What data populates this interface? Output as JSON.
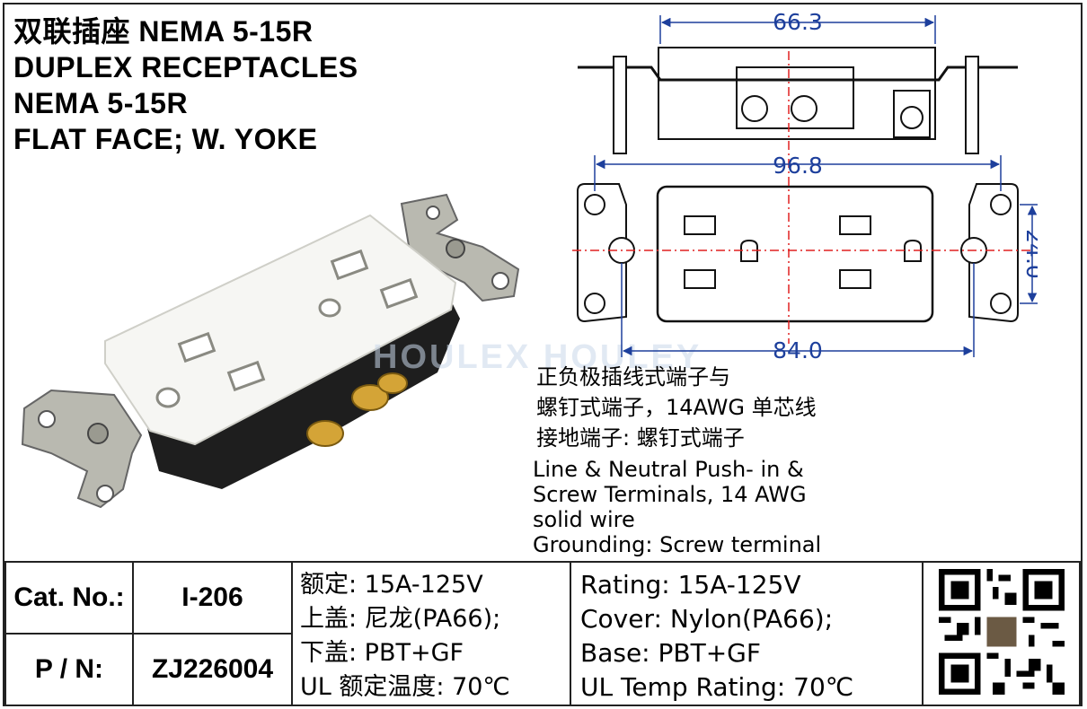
{
  "title": {
    "line1": "双联插座  NEMA 5-15R",
    "line2": "DUPLEX  RECEPTACLES",
    "line3": "NEMA  5-15R",
    "line4": "FLAT  FACE;   W.  YOKE"
  },
  "watermark": "HOULEX HOULEY",
  "dimensions": {
    "top_width": "66.3",
    "overall_length": "96.8",
    "mounting_spacing": "84.0",
    "height": "24.0"
  },
  "description_cn": {
    "line1": "正负极插线式端子与",
    "line2": "螺钉式端子，14AWG 单芯线",
    "line3": "接地端子: 螺钉式端子"
  },
  "description_en": {
    "line1": "Line & Neutral Push- in &",
    "line2": "Screw Terminals, 14 AWG",
    "line3": "solid wire",
    "line4": "Grounding: Screw  terminal"
  },
  "spec_table": {
    "cat_no_label": "Cat. No.:",
    "cat_no_value": "I-206",
    "pn_label": "P / N:",
    "pn_value": "ZJ226004",
    "cn": {
      "line1": "额定: 15A-125V",
      "line2": "上盖: 尼龙(PA66);",
      "line3": "下盖: PBT+GF",
      "line4": "UL 额定温度: 70℃"
    },
    "en": {
      "line1": "Rating: 15A-125V",
      "line2": "Cover: Nylon(PA66);",
      "line3": "Base: PBT+GF",
      "line4": "UL Temp Rating: 70℃"
    }
  },
  "colors": {
    "dimension_blue": "#1d3f9c",
    "centerline_red": "#e02020",
    "frame": "#222222"
  }
}
